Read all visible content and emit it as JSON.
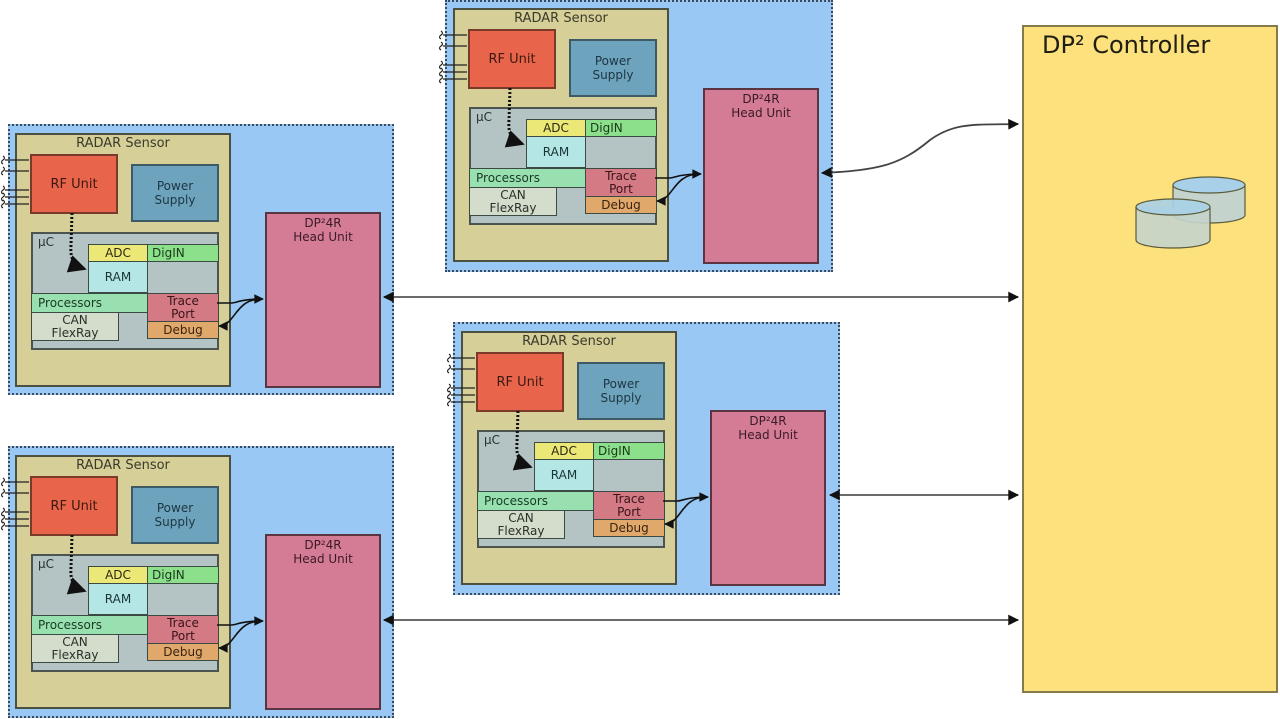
{
  "controller": {
    "title": "DP² Controller",
    "storage_icon": "database-icon",
    "color": "#fce17c"
  },
  "colors": {
    "group_background": "#99c8f5",
    "sensor_background": "#d6cf98",
    "rf_unit": "#e8644a",
    "power_supply": "#6da3bc",
    "head_unit": "#d47c96"
  },
  "sensor_units": [
    {
      "id": "sensor-top-middle",
      "sensor_title": "RADAR Sensor",
      "rf_unit": "RF Unit",
      "power_supply": "Power Supply",
      "microcontroller": {
        "label": "µC",
        "adc": "ADC",
        "digin": "DigIN",
        "ram": "RAM",
        "processors": "Processors",
        "trace_port": "Trace Port",
        "debug": "Debug",
        "can_flexray": "CAN FlexRay"
      },
      "head_unit": "DP²4R Head Unit"
    },
    {
      "id": "sensor-left-upper",
      "sensor_title": "RADAR Sensor",
      "rf_unit": "RF Unit",
      "power_supply": "Power Supply",
      "microcontroller": {
        "label": "µC",
        "adc": "ADC",
        "digin": "DigIN",
        "ram": "RAM",
        "processors": "Processors",
        "trace_port": "Trace Port",
        "debug": "Debug",
        "can_flexray": "CAN FlexRay"
      },
      "head_unit": "DP²4R Head Unit"
    },
    {
      "id": "sensor-middle",
      "sensor_title": "RADAR Sensor",
      "rf_unit": "RF Unit",
      "power_supply": "Power Supply",
      "microcontroller": {
        "label": "µC",
        "adc": "ADC",
        "digin": "DigIN",
        "ram": "RAM",
        "processors": "Processors",
        "trace_port": "Trace Port",
        "debug": "Debug",
        "can_flexray": "CAN FlexRay"
      },
      "head_unit": "DP²4R Head Unit"
    },
    {
      "id": "sensor-bottom-left",
      "sensor_title": "RADAR Sensor",
      "rf_unit": "RF Unit",
      "power_supply": "Power Supply",
      "microcontroller": {
        "label": "µC",
        "adc": "ADC",
        "digin": "DigIN",
        "ram": "RAM",
        "processors": "Processors",
        "trace_port": "Trace Port",
        "debug": "Debug",
        "can_flexray": "CAN FlexRay"
      },
      "head_unit": "DP²4R Head Unit"
    }
  ],
  "connections": [
    {
      "from": "sensor-top-middle head unit",
      "to": "DP² Controller",
      "type": "bidirectional"
    },
    {
      "from": "sensor-left-upper head unit",
      "to": "DP² Controller",
      "type": "bidirectional"
    },
    {
      "from": "sensor-middle head unit",
      "to": "DP² Controller",
      "type": "bidirectional"
    },
    {
      "from": "sensor-bottom-left head unit",
      "to": "DP² Controller",
      "type": "bidirectional"
    }
  ]
}
